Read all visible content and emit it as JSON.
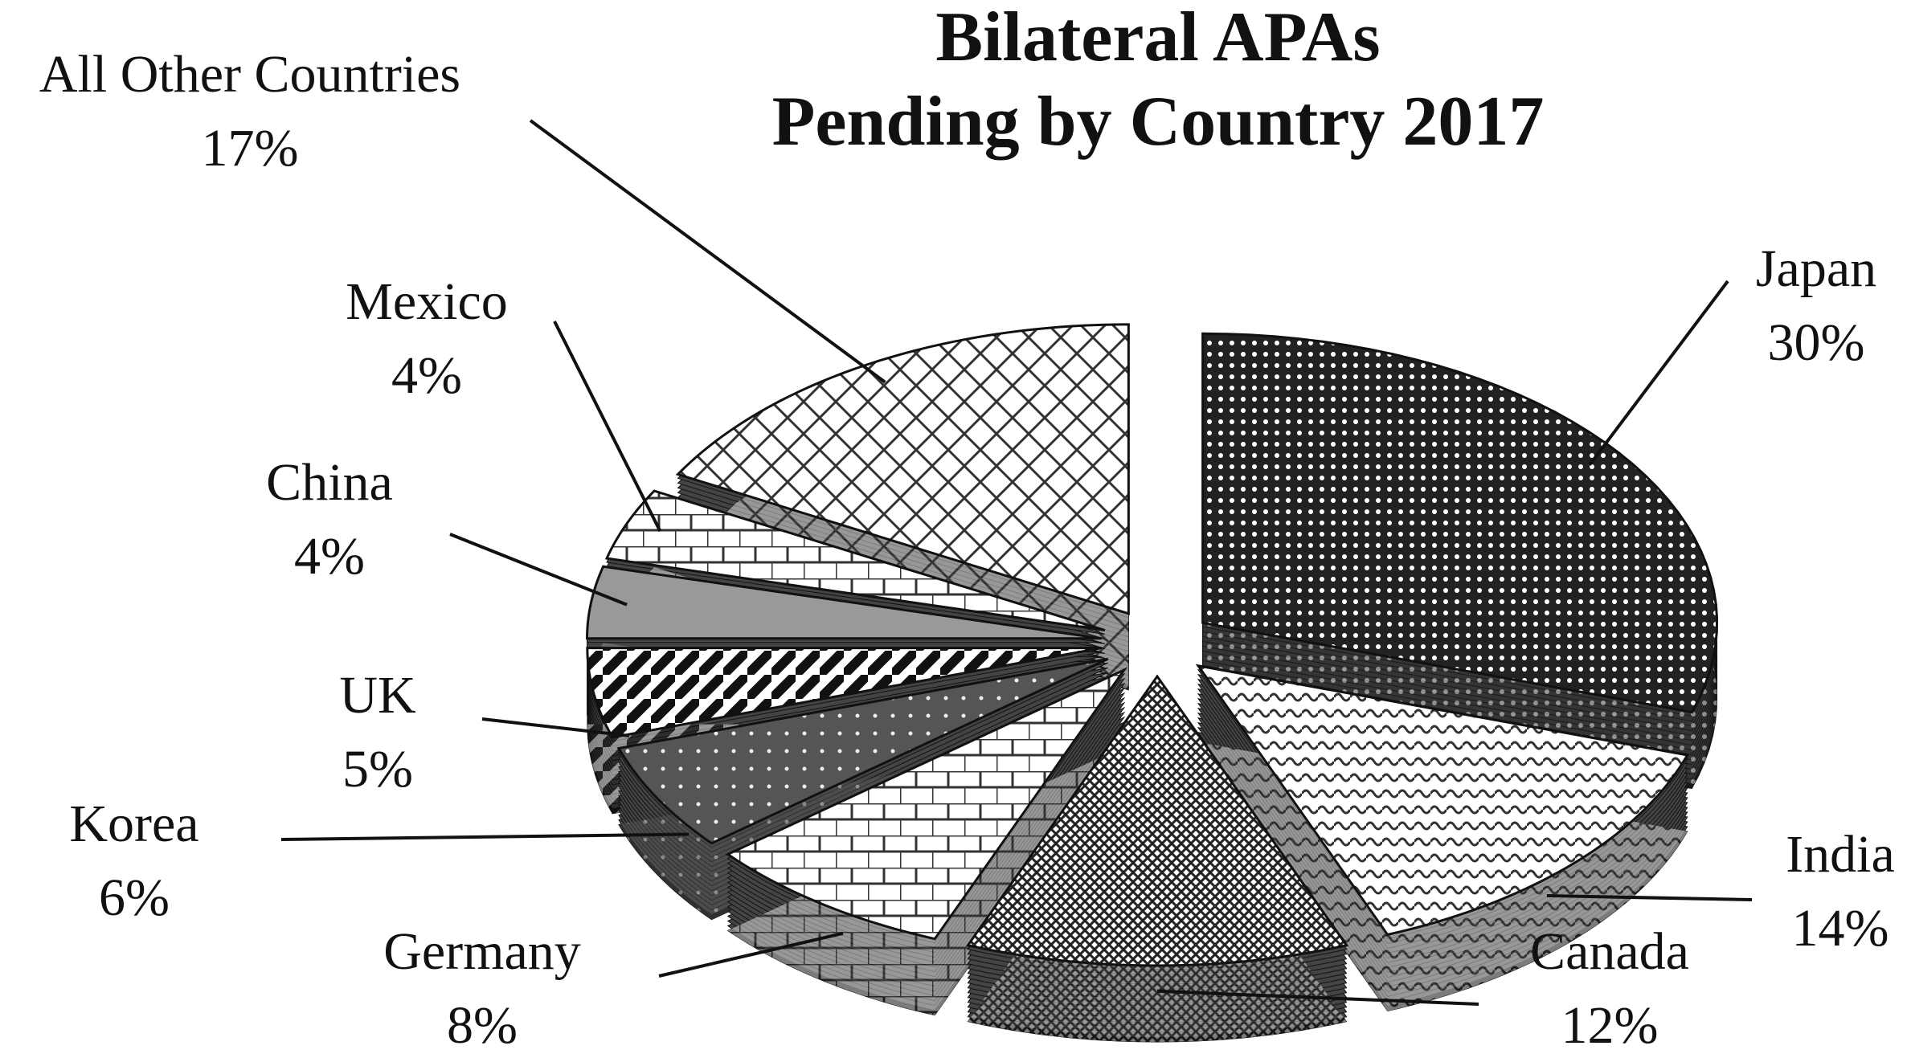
{
  "chart_data": {
    "type": "pie",
    "title": [
      "Bilateral APAs",
      "Pending by Country 2017"
    ],
    "unit": "%",
    "slices": [
      {
        "label": "Japan",
        "value": 30,
        "value_label": "30%"
      },
      {
        "label": "India",
        "value": 14,
        "value_label": "14%"
      },
      {
        "label": "Canada",
        "value": 12,
        "value_label": "12%"
      },
      {
        "label": "Germany",
        "value": 8,
        "value_label": "8%"
      },
      {
        "label": "Korea",
        "value": 6,
        "value_label": "6%"
      },
      {
        "label": "UK",
        "value": 5,
        "value_label": "5%"
      },
      {
        "label": "China",
        "value": 4,
        "value_label": "4%"
      },
      {
        "label": "Mexico",
        "value": 4,
        "value_label": "4%"
      },
      {
        "label": "All Other Countries",
        "value": 17,
        "value_label": "17%"
      }
    ],
    "style": "3D exploded pie, grayscale patterns",
    "legend": "none (data labels with leader lines)"
  }
}
